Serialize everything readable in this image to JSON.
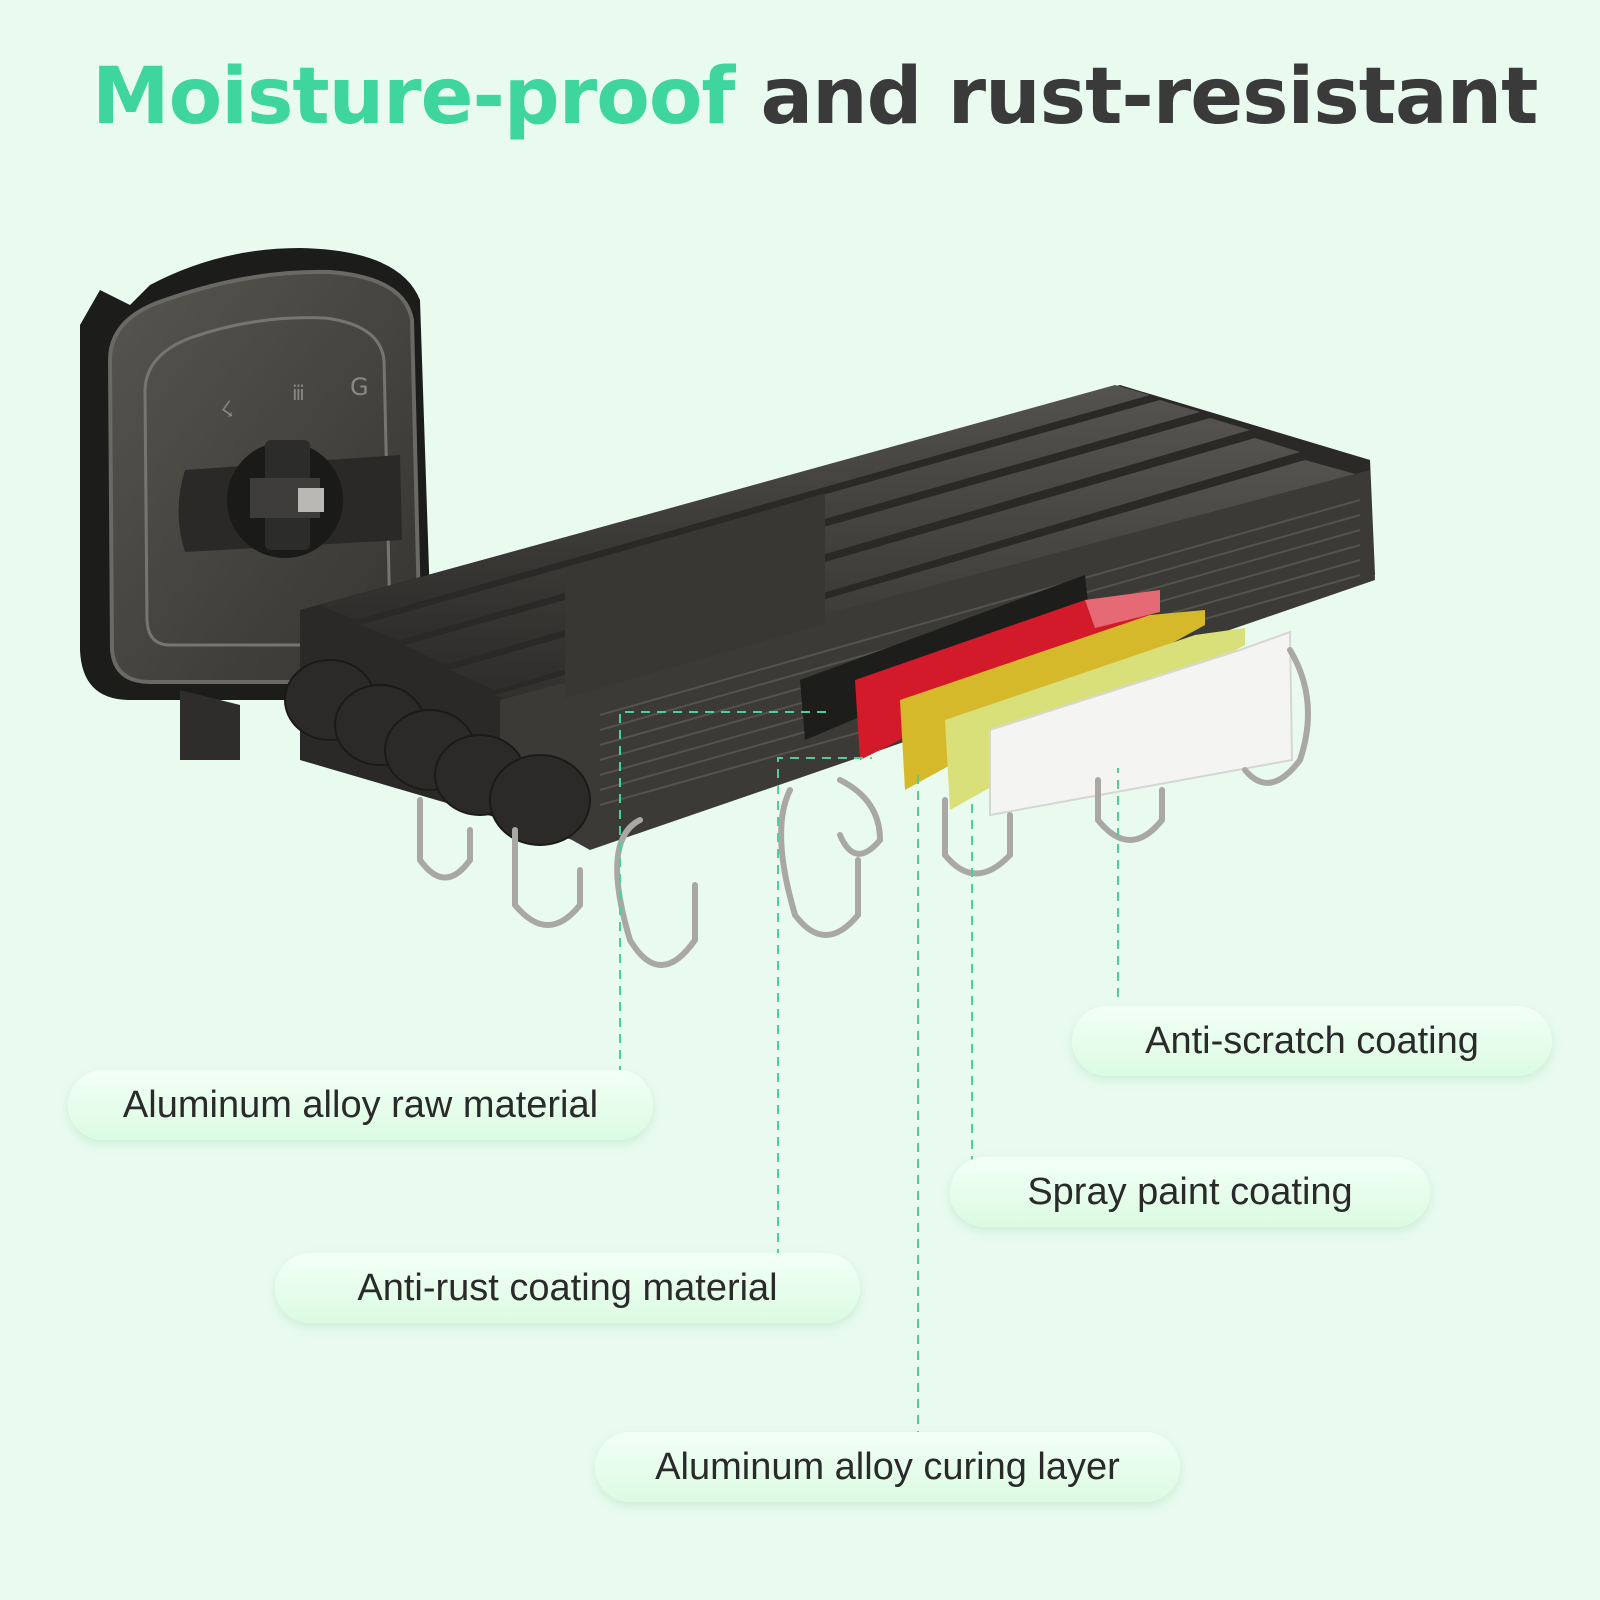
{
  "headline": {
    "accent": "Moisture-proof",
    "rest": " and rust-resistant"
  },
  "colors": {
    "background": "#e9fbef",
    "accent": "#3ed69a",
    "headline_dark": "#3a3a3a",
    "leader_line": "#4fcf98",
    "rack_body": "#3b3a37",
    "layer_red": "#d21a2a",
    "layer_yellow": "#d6b92b",
    "layer_lime": "#d9e07a",
    "layer_white": "#f4f4f2"
  },
  "callouts": {
    "anti_scratch": "Anti-scratch coating",
    "aluminum_raw": "Aluminum alloy raw material",
    "spray_paint": "Spray paint coating",
    "anti_rust": "Anti-rust coating material",
    "curing_layer": "Aluminum alloy curing layer"
  },
  "icons": {
    "product": "folding-clothes-drying-rack",
    "hooks": "s-hook"
  }
}
